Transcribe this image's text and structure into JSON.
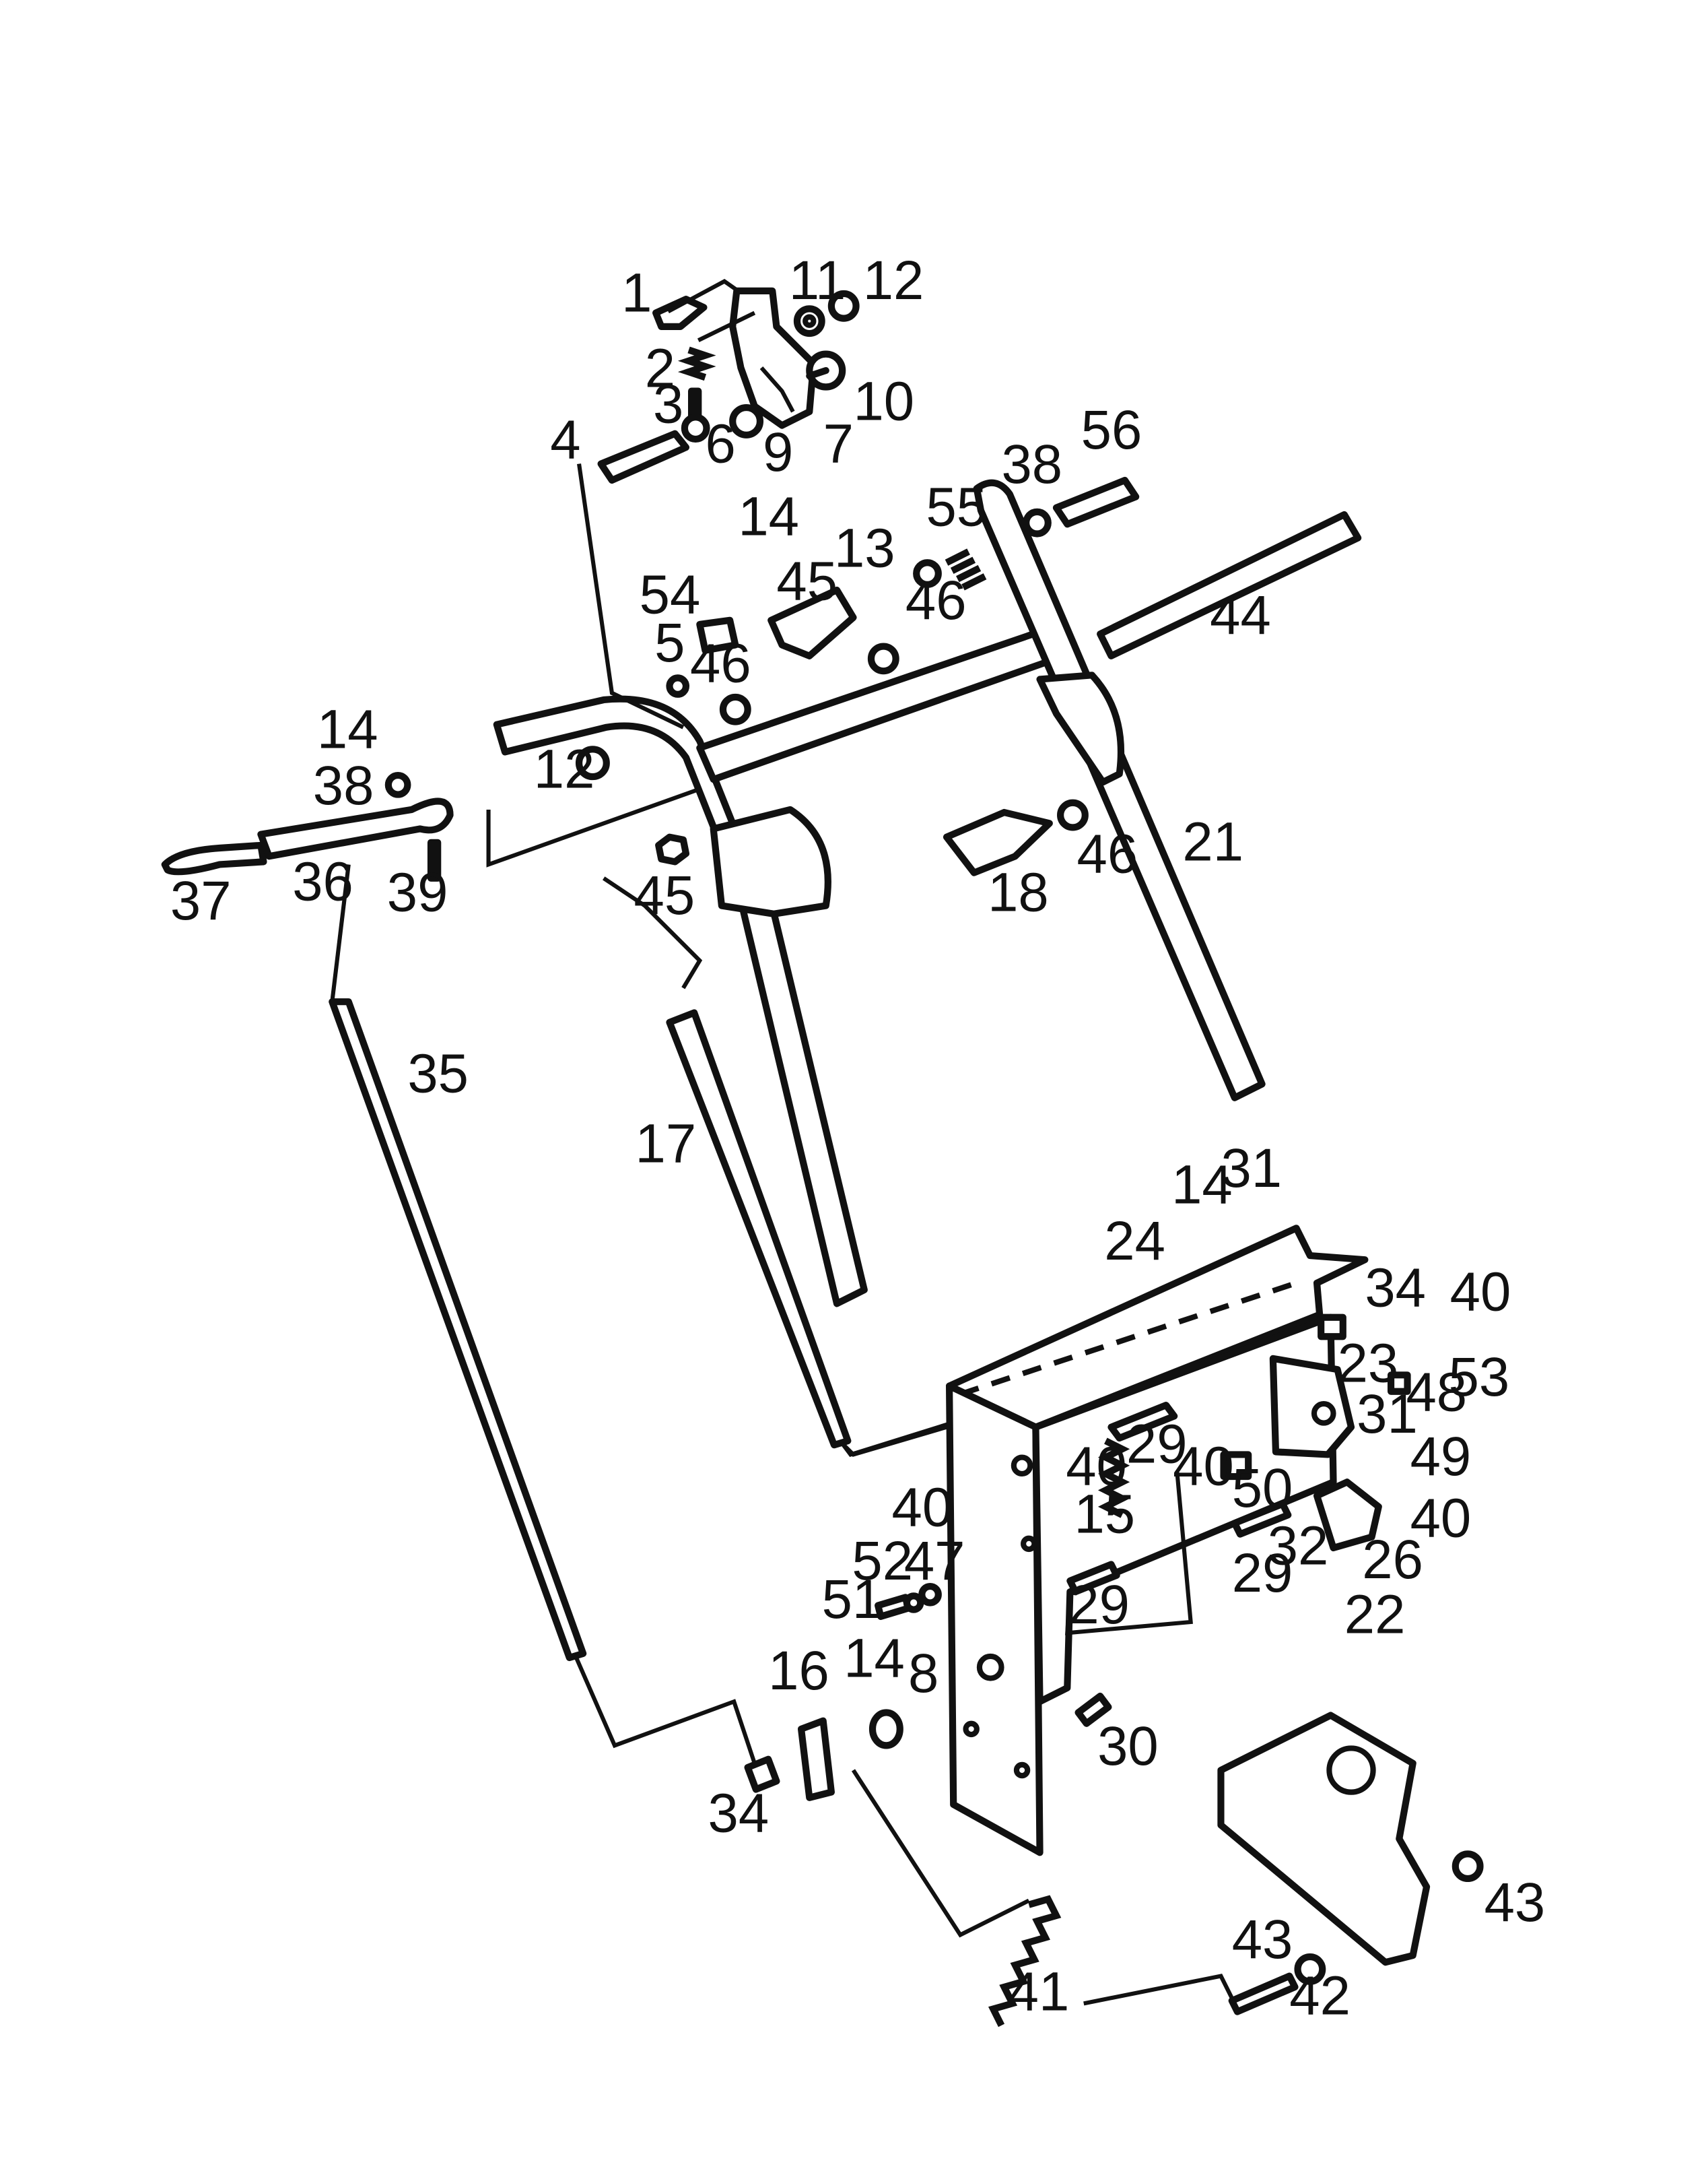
{
  "callouts": [
    {
      "id": "c1",
      "text": "1"
    },
    {
      "id": "c11",
      "text": "11"
    },
    {
      "id": "c12a",
      "text": "12"
    },
    {
      "id": "c2",
      "text": "2"
    },
    {
      "id": "c3",
      "text": "3"
    },
    {
      "id": "c10",
      "text": "10"
    },
    {
      "id": "c4",
      "text": "4"
    },
    {
      "id": "c6",
      "text": "6"
    },
    {
      "id": "c9",
      "text": "9"
    },
    {
      "id": "c7",
      "text": "7"
    },
    {
      "id": "c56",
      "text": "56"
    },
    {
      "id": "c38a",
      "text": "38"
    },
    {
      "id": "c55",
      "text": "55"
    },
    {
      "id": "c14a",
      "text": "14"
    },
    {
      "id": "c13",
      "text": "13"
    },
    {
      "id": "c45a",
      "text": "45"
    },
    {
      "id": "c46a",
      "text": "46"
    },
    {
      "id": "c44",
      "text": "44"
    },
    {
      "id": "c54",
      "text": "54"
    },
    {
      "id": "c5",
      "text": "5"
    },
    {
      "id": "c46b",
      "text": "46"
    },
    {
      "id": "c14b",
      "text": "14"
    },
    {
      "id": "c12b",
      "text": "12"
    },
    {
      "id": "c38b",
      "text": "38"
    },
    {
      "id": "c46c",
      "text": "46"
    },
    {
      "id": "c21",
      "text": "21"
    },
    {
      "id": "c45b",
      "text": "45"
    },
    {
      "id": "c18",
      "text": "18"
    },
    {
      "id": "c37",
      "text": "37"
    },
    {
      "id": "c36",
      "text": "36"
    },
    {
      "id": "c39",
      "text": "39"
    },
    {
      "id": "c35",
      "text": "35"
    },
    {
      "id": "c17",
      "text": "17"
    },
    {
      "id": "c14c",
      "text": "14"
    },
    {
      "id": "c31a",
      "text": "31"
    },
    {
      "id": "c24",
      "text": "24"
    },
    {
      "id": "c34a",
      "text": "34"
    },
    {
      "id": "c40a",
      "text": "40"
    },
    {
      "id": "c23",
      "text": "23"
    },
    {
      "id": "c53",
      "text": "53"
    },
    {
      "id": "c48",
      "text": "48"
    },
    {
      "id": "c29a",
      "text": "29"
    },
    {
      "id": "c31b",
      "text": "31"
    },
    {
      "id": "c40b",
      "text": "40"
    },
    {
      "id": "c40c",
      "text": "40"
    },
    {
      "id": "c40d",
      "text": "40"
    },
    {
      "id": "c49",
      "text": "49"
    },
    {
      "id": "c15",
      "text": "15"
    },
    {
      "id": "c50",
      "text": "50"
    },
    {
      "id": "c40e",
      "text": "40"
    },
    {
      "id": "c32",
      "text": "32"
    },
    {
      "id": "c29b",
      "text": "29"
    },
    {
      "id": "c26",
      "text": "26"
    },
    {
      "id": "c52",
      "text": "52"
    },
    {
      "id": "c47",
      "text": "47"
    },
    {
      "id": "c51",
      "text": "51"
    },
    {
      "id": "c29c",
      "text": "29"
    },
    {
      "id": "c22",
      "text": "22"
    },
    {
      "id": "c16",
      "text": "16"
    },
    {
      "id": "c14d",
      "text": "14"
    },
    {
      "id": "c8",
      "text": "8"
    },
    {
      "id": "c30",
      "text": "30"
    },
    {
      "id": "c34b",
      "text": "34"
    },
    {
      "id": "c43a",
      "text": "43"
    },
    {
      "id": "c43b",
      "text": "43"
    },
    {
      "id": "c41",
      "text": "41"
    },
    {
      "id": "c42",
      "text": "42"
    }
  ]
}
